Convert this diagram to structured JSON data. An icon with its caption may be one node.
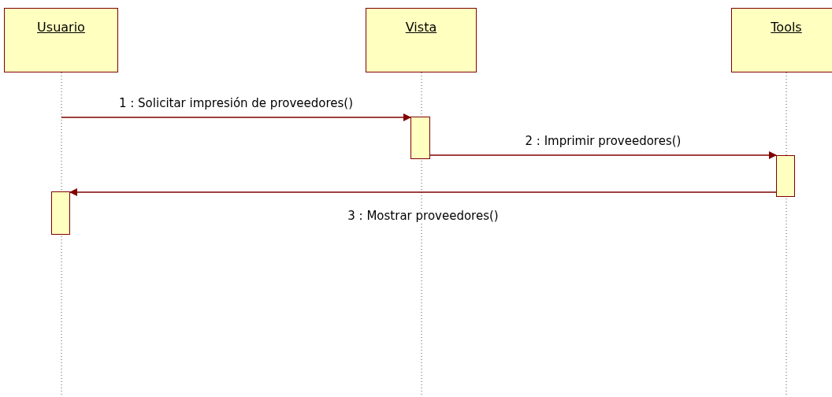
{
  "diagram": {
    "nodes": [
      {
        "text": [
          "Usuario"
        ]
      },
      {
        "text": [
          "Vista"
        ]
      },
      {
        "text": [
          "Tools"
        ]
      },
      {
        "text": [],
        "shape": "bar"
      },
      {
        "text": [],
        "shape": "bar"
      },
      {
        "text": [],
        "shape": "bar"
      }
    ],
    "edges": [
      {
        "from": 0,
        "to": 3,
        "arrow": "to",
        "label": "1 : Solicitar impresión de proveedores()"
      },
      {
        "from": 3,
        "to": 4,
        "arrow": "to",
        "label": "2 : Imprimir proveedores()"
      },
      {
        "from": 4,
        "to": 5,
        "arrow": "to",
        "label": "3 : Mostrar proveedores()"
      }
    ]
  }
}
